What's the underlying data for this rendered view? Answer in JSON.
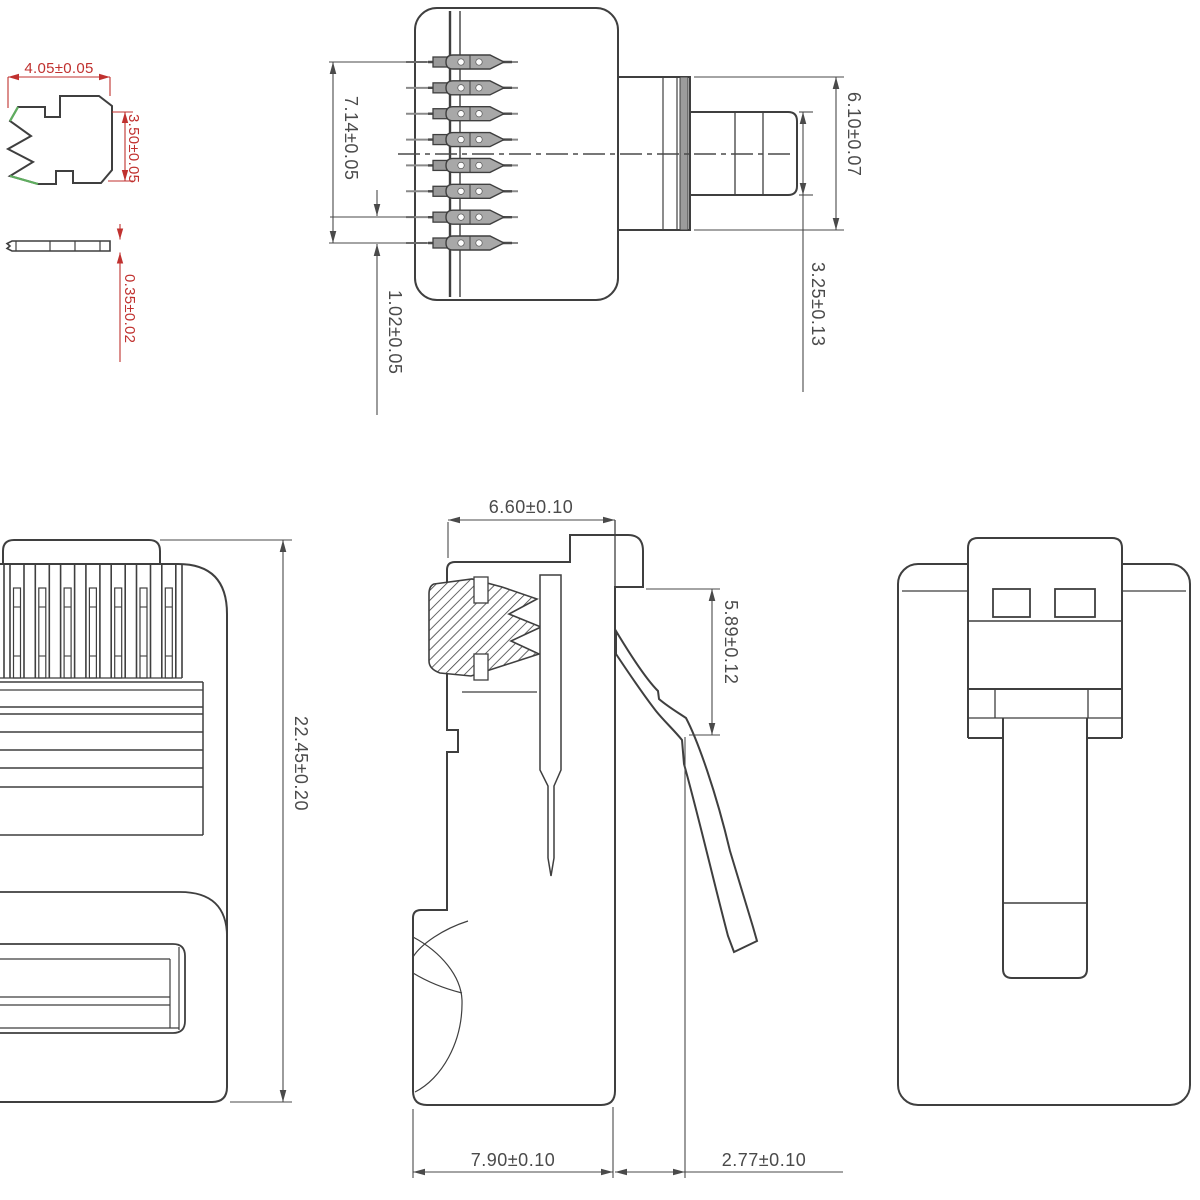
{
  "drawing_type": "technical-multiview-drawing",
  "subject": "rj45-modular-plug",
  "colors": {
    "line": "#3f3f3f",
    "dim": "#4a4a4a",
    "red_dim": "#c0312f",
    "green_accent": "#5fae5f",
    "gray_fill": "#a8a8a8"
  },
  "views": {
    "contact_detail": {
      "label": "contact-blade-detail",
      "dims": {
        "width": "4.05±0.05",
        "height": "3.50±0.05",
        "thickness": "0.35±0.02"
      }
    },
    "top_view": {
      "label": "top-view-with-contacts",
      "dims": {
        "contact_span": "7.14±0.05",
        "contact_pitch": "1.02±0.05",
        "rear_height": "6.10±0.07",
        "latch_width": "3.25±0.13"
      }
    },
    "front_view": {
      "label": "front-view",
      "dims": {
        "overall_length": "22.45±0.20"
      }
    },
    "side_view": {
      "label": "side-section-view-with-latch",
      "dims": {
        "body_depth": "6.60±0.10",
        "latch_height": "5.89±0.12",
        "lower_body_depth": "7.90±0.10",
        "latch_offset": "2.77±0.10"
      }
    },
    "bottom_view": {
      "label": "bottom-view-with-latch"
    }
  }
}
